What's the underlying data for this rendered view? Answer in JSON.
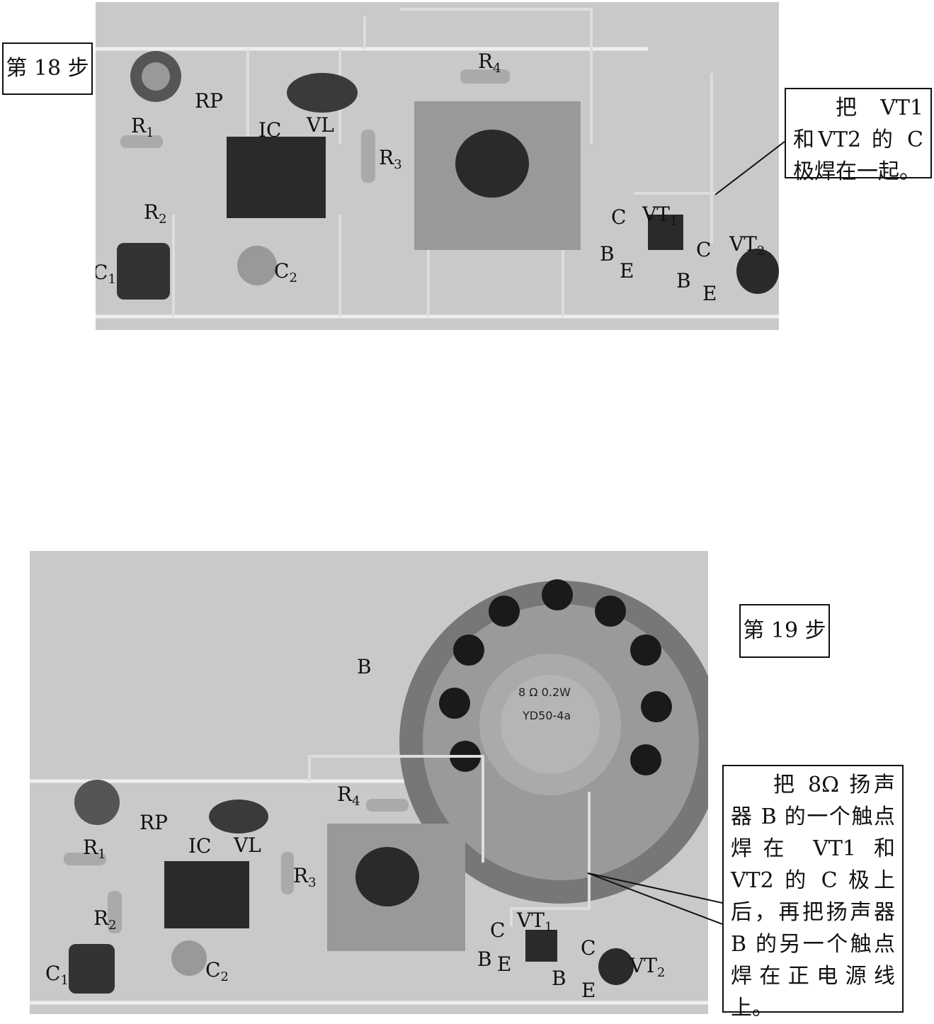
{
  "step18": {
    "step_label": "第 18 步",
    "note": "把 VT1 和VT2 的 C 极焊在一起。",
    "labels": {
      "RP": "RP",
      "R": "R",
      "R1": "1",
      "R2": "2",
      "R3": "3",
      "R4": "4",
      "IC": "IC",
      "VL": "VL",
      "C": "C",
      "C1": "1",
      "C2": "2",
      "VT": "VT",
      "VT1": "1",
      "VT2": "2",
      "B": "B",
      "E": "E"
    }
  },
  "step19": {
    "step_label": "第 19 步",
    "speaker_label": "B",
    "note": "把 8Ω 扬声器 B 的一个触点焊在 VT1 和 VT2 的 C 极上后，再把扬声器 B 的另一个触点焊在正电源线上。",
    "speaker_text": [
      "8 Ω  0.2W",
      "YD50-4a"
    ]
  },
  "colors": {
    "photo_bg": "#c9c9c9",
    "wire": "#e6e6e6",
    "component_dark": "#2a2a2a"
  }
}
